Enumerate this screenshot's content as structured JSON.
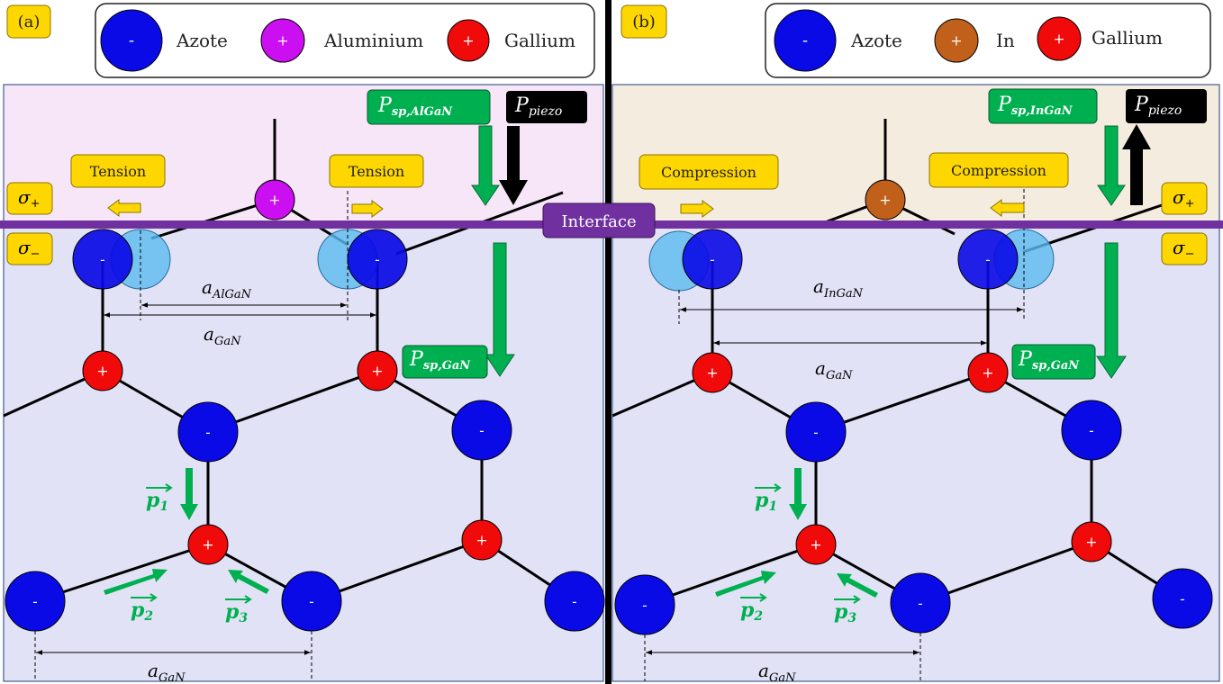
{
  "panels": {
    "a": {
      "tag": "(a)",
      "legend": [
        {
          "sign": "-",
          "label": "Azote",
          "color": "#0a0ae6"
        },
        {
          "sign": "+",
          "label": "Aluminium",
          "color": "#cc0ff0"
        },
        {
          "sign": "+",
          "label": "Gallium",
          "color": "#f00a0a"
        }
      ],
      "strain_label": "Tension",
      "lattice_label_top": "AlGaN",
      "lattice_label_bottom": "GaN",
      "p_sp_top": "sp,AlGaN",
      "p_sp_bottom": "sp,GaN",
      "p_piezo": "piezo",
      "barrier_color": "#f7e6f8"
    },
    "b": {
      "tag": "(b)",
      "legend": [
        {
          "sign": "-",
          "label": "Azote",
          "color": "#0a0ae6"
        },
        {
          "sign": "+",
          "label": "In",
          "color": "#c0601a"
        },
        {
          "sign": "+",
          "label": "Gallium",
          "color": "#f00a0a"
        }
      ],
      "strain_label": "Compression",
      "lattice_label_top": "InGaN",
      "lattice_label_bottom": "GaN",
      "p_sp_top": "sp,InGaN",
      "p_sp_bottom": "sp,GaN",
      "p_piezo": "piezo",
      "barrier_color": "#f5ece0"
    }
  },
  "interface_label": "Interface",
  "sigma_plus_sub": "+",
  "sigma_minus_sub": "−",
  "dipoles": [
    "1",
    "2",
    "3"
  ],
  "colors": {
    "substrate": "#e2e2f7",
    "interface": "#7030a0",
    "badge": "#ffd700",
    "polarization": "#00b050",
    "piezo": "#000000",
    "ghost_atom": "#5bbcf0"
  }
}
